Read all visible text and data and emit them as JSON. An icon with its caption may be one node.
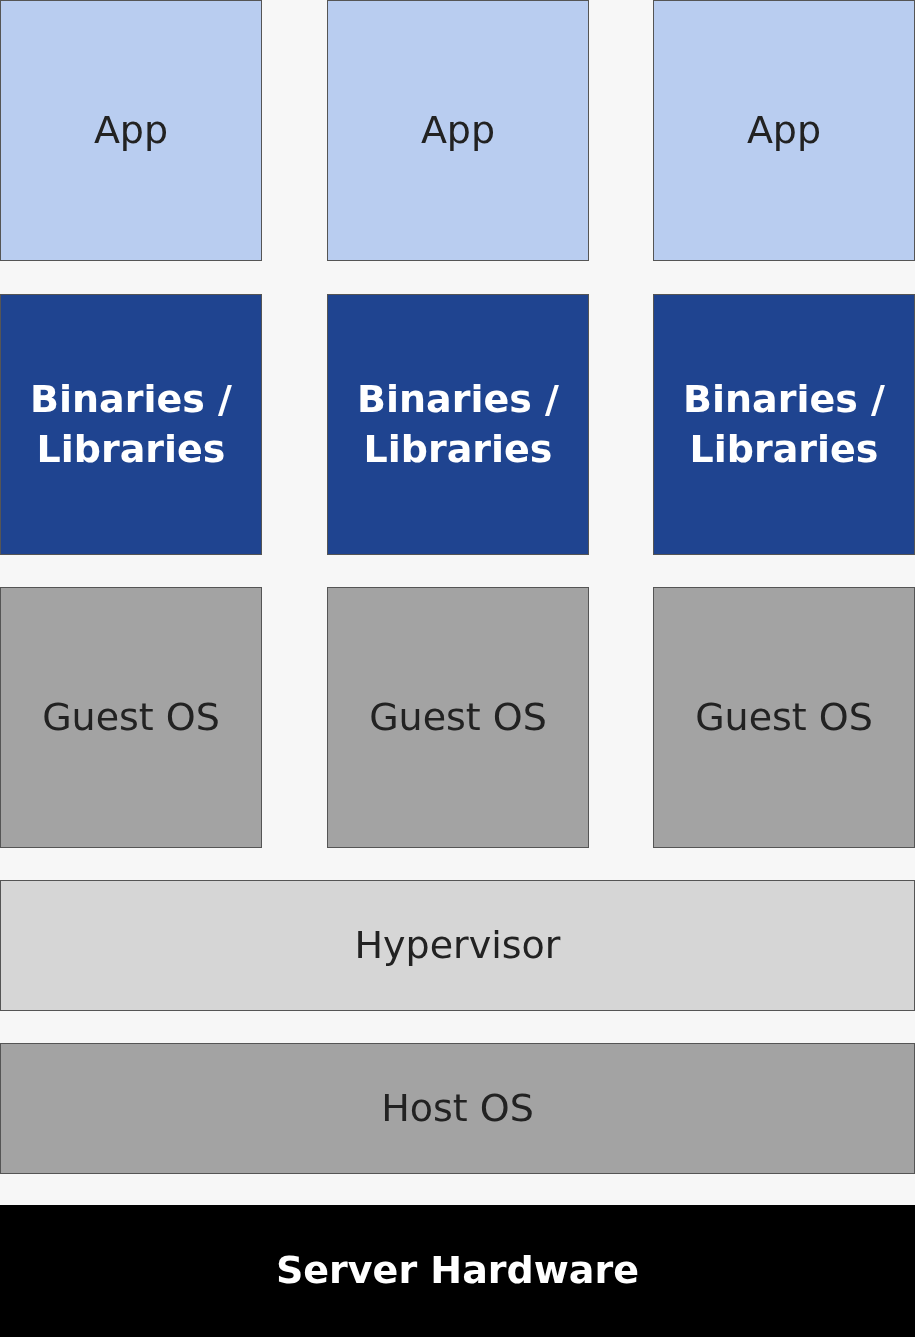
{
  "diagram": {
    "nodes": [
      {
        "text": [
          "App"
        ]
      },
      {
        "text": [
          "App"
        ]
      },
      {
        "text": [
          "App"
        ]
      },
      {
        "text": [
          "Binaries / Libraries"
        ]
      },
      {
        "text": [
          "Binaries / Libraries"
        ]
      },
      {
        "text": [
          "Binaries / Libraries"
        ]
      },
      {
        "text": [
          "Guest OS"
        ]
      },
      {
        "text": [
          "Guest OS"
        ]
      },
      {
        "text": [
          "Guest OS"
        ]
      },
      {
        "text": [
          "Hypervisor"
        ]
      },
      {
        "text": [
          "Host OS"
        ]
      },
      {
        "text": [
          "Server Hardware"
        ]
      }
    ]
  }
}
